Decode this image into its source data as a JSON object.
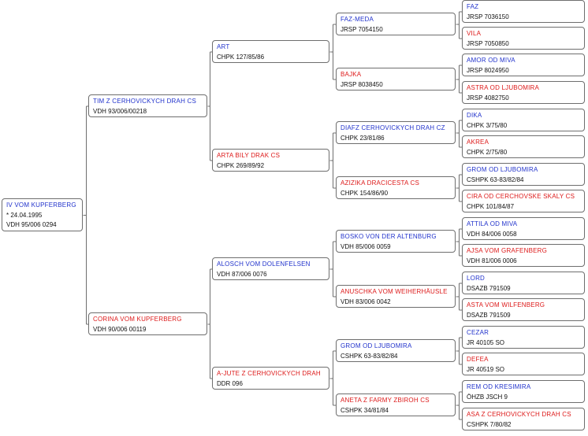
{
  "pedigree": {
    "subject": {
      "name": "IV VOM KUPFERBERG",
      "birth": "* 24.04.1995",
      "reg": "VDH 95/006 0294",
      "sex": "m"
    },
    "g1": [
      {
        "name": "TIM Z CERHOVICKYCH DRAH CS",
        "reg": "VDH 93/006/00218",
        "sex": "m"
      },
      {
        "name": "CORINA VOM KUPFERBERG",
        "reg": "VDH 90/006 00119",
        "sex": "f"
      }
    ],
    "g2": [
      {
        "name": "ART",
        "reg": "CHPK 127/85/86",
        "sex": "m"
      },
      {
        "name": "ARTA BILY DRAK CS",
        "reg": "CHPK 269/89/92",
        "sex": "f"
      },
      {
        "name": "ALOSCH VOM DOLENFELSEN",
        "reg": "VDH 87/006 0076",
        "sex": "m"
      },
      {
        "name": "A-JUTE Z CERHOVICKYCH DRAH",
        "reg": "DDR 096",
        "sex": "f"
      }
    ],
    "g3": [
      {
        "name": "FAZ-MEDA",
        "reg": "JRSP 7054150",
        "sex": "m"
      },
      {
        "name": "BAJKA",
        "reg": "JRSP 8038450",
        "sex": "f"
      },
      {
        "name": "DIAFZ CERHOVICKYCH DRAH CZ",
        "reg": "CHPK 23/81/86",
        "sex": "m"
      },
      {
        "name": "AZIZIKA DRACICESTA CS",
        "reg": "CHPK 154/86/90",
        "sex": "f"
      },
      {
        "name": "BOSKO VON DER ALTENBURG",
        "reg": "VDH 85/006 0059",
        "sex": "m"
      },
      {
        "name": "ANUSCHKA VOM WEIHERHÄUSLE",
        "reg": "VDH 83/006 0042",
        "sex": "f"
      },
      {
        "name": "GROM OD LJUBOMIRA",
        "reg": "CSHPK 63-83/82/84",
        "sex": "m"
      },
      {
        "name": "ANETA Z FARMY ZBIROH CS",
        "reg": "CSHPK 34/81/84",
        "sex": "f"
      }
    ],
    "g4": [
      {
        "name": "FAZ",
        "reg": "JRSP 7036150",
        "sex": "m"
      },
      {
        "name": "VILA",
        "reg": "JRSP 7050850",
        "sex": "f"
      },
      {
        "name": "AMOR OD MIVA",
        "reg": "JRSP 8024950",
        "sex": "m"
      },
      {
        "name": "ASTRA OD LJUBOMIRA",
        "reg": "JRSP 4082750",
        "sex": "f"
      },
      {
        "name": "DIKA",
        "reg": "CHPK 3/75/80",
        "sex": "m"
      },
      {
        "name": "AKREA",
        "reg": "CHPK 2/75/80",
        "sex": "f"
      },
      {
        "name": "GROM OD LJUBOMIRA",
        "reg": "CSHPK 63-83/82/84",
        "sex": "m"
      },
      {
        "name": "CIRA OD CERCHOVSKE SKALY CS",
        "reg": "CHPK 101/84/87",
        "sex": "f"
      },
      {
        "name": "ATTILA OD MIVA",
        "reg": "VDH 84/006 0058",
        "sex": "m"
      },
      {
        "name": "AJSA VOM GRAFENBERG",
        "reg": "VDH 81/006 0006",
        "sex": "f"
      },
      {
        "name": "LORD",
        "reg": "DSAZB 791509",
        "sex": "m"
      },
      {
        "name": "ASTA VOM WILFENBERG",
        "reg": "DSAZB 791509",
        "sex": "f"
      },
      {
        "name": "CEZAR",
        "reg": "JR 40105 SO",
        "sex": "m"
      },
      {
        "name": "DEFEA",
        "reg": "JR 40519 SO",
        "sex": "f"
      },
      {
        "name": "REM OD KRESIMIRA",
        "reg": "ÖHZB JSCH 9",
        "sex": "m"
      },
      {
        "name": "ASA Z CERHOVICKYCH DRAH CS",
        "reg": "CSHPK 7/80/82",
        "sex": "f"
      }
    ]
  }
}
